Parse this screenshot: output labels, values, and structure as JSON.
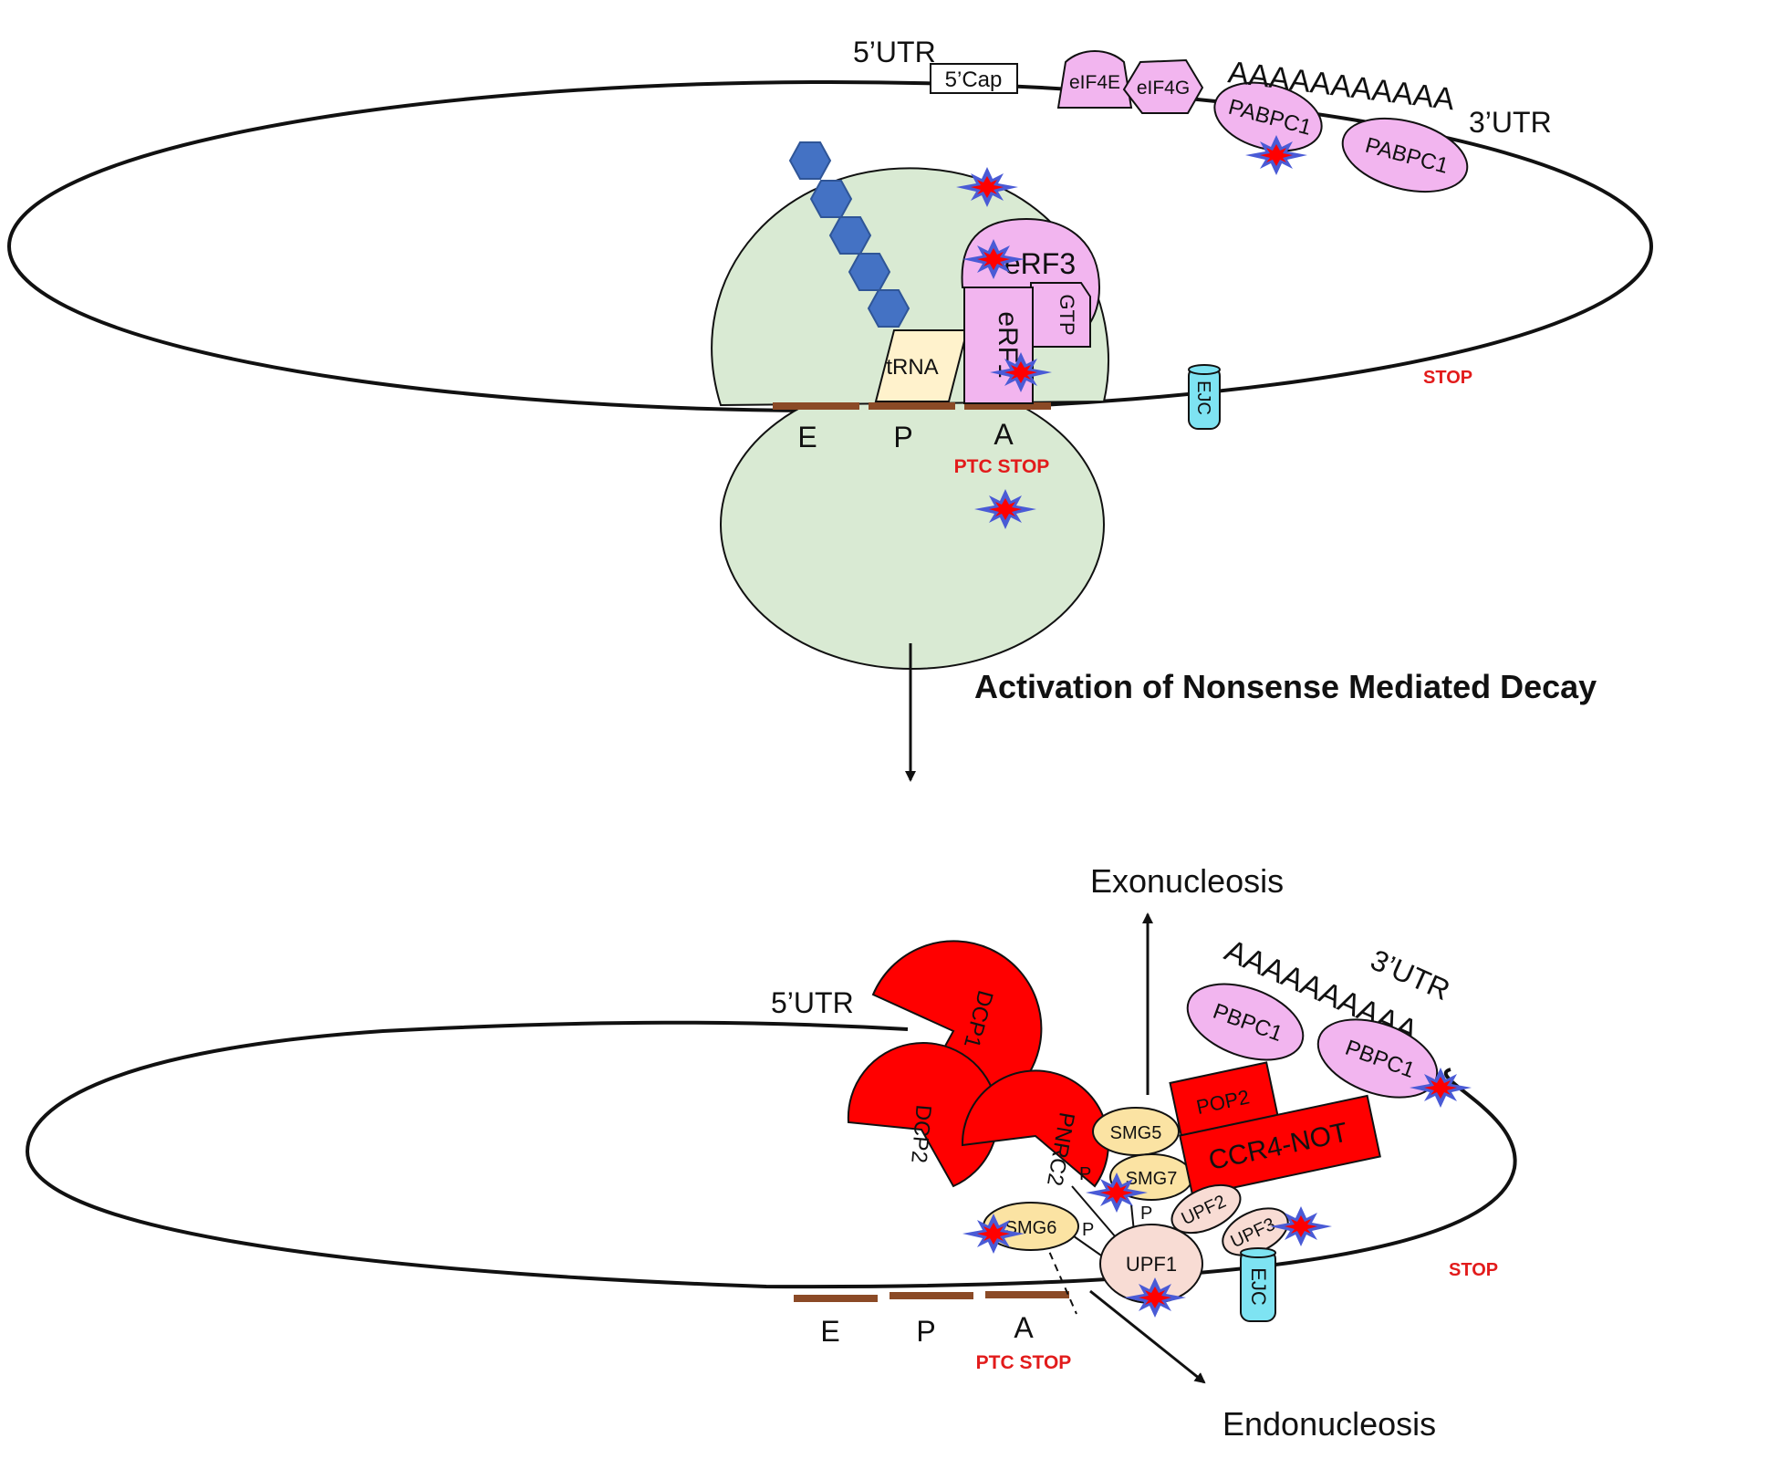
{
  "colors": {
    "ribosome": "#d9ead3",
    "pink_protein": "#f2b5ef",
    "red_protein": "#ff0000",
    "tan_protein": "#fbe3a3",
    "peach_protein": "#f8dcd4",
    "ejc": "#7ee3f2",
    "trna": "#fff2cc",
    "codon": "#8b4a26",
    "hexagon": "#4472c4",
    "star_outer": "#4a5bd6",
    "star_inner": "#ff0000",
    "stop_text": "#e21b1b"
  },
  "top": {
    "utr5": "5’UTR",
    "cap": "5’Cap",
    "eif4e": "eIF4E",
    "eif4g": "eIF4G",
    "polya": "AAAAAAAAAAA",
    "utr3": "3’UTR",
    "pabpc1_a": "PABPC1",
    "pabpc1_b": "PABPC1",
    "erf3": "eRF3",
    "erf1": "eRF1",
    "gtp": "GTP",
    "trna": "tRNA",
    "ejc": "EJC",
    "stop": "STOP",
    "site_e": "E",
    "site_p": "P",
    "site_a": "A",
    "ptc_stop": "PTC STOP"
  },
  "arrow_label": "Activation of Nonsense Mediated Decay",
  "bottom": {
    "exonucleosis": "Exonucleosis",
    "endonucleosis": "Endonucleosis",
    "utr5": "5’UTR",
    "utr3": "3’UTR",
    "polya": "AAAAAAAAAA",
    "dcp1": "DCP1",
    "dcp2": "DCP2",
    "pnrc2": "PNRC2",
    "pbpc1_a": "PBPC1",
    "pbpc1_b": "PBPC1",
    "pop2": "POP2",
    "ccr4_not": "CCR4-NOT",
    "smg5": "SMG5",
    "smg7": "SMG7",
    "smg6": "SMG6",
    "upf1": "UPF1",
    "upf2": "UPF2",
    "upf3": "UPF3",
    "ejc": "EJC",
    "stop": "STOP",
    "site_e": "E",
    "site_p": "P",
    "site_a": "A",
    "ptc_stop": "PTC STOP",
    "phospho": "P"
  }
}
